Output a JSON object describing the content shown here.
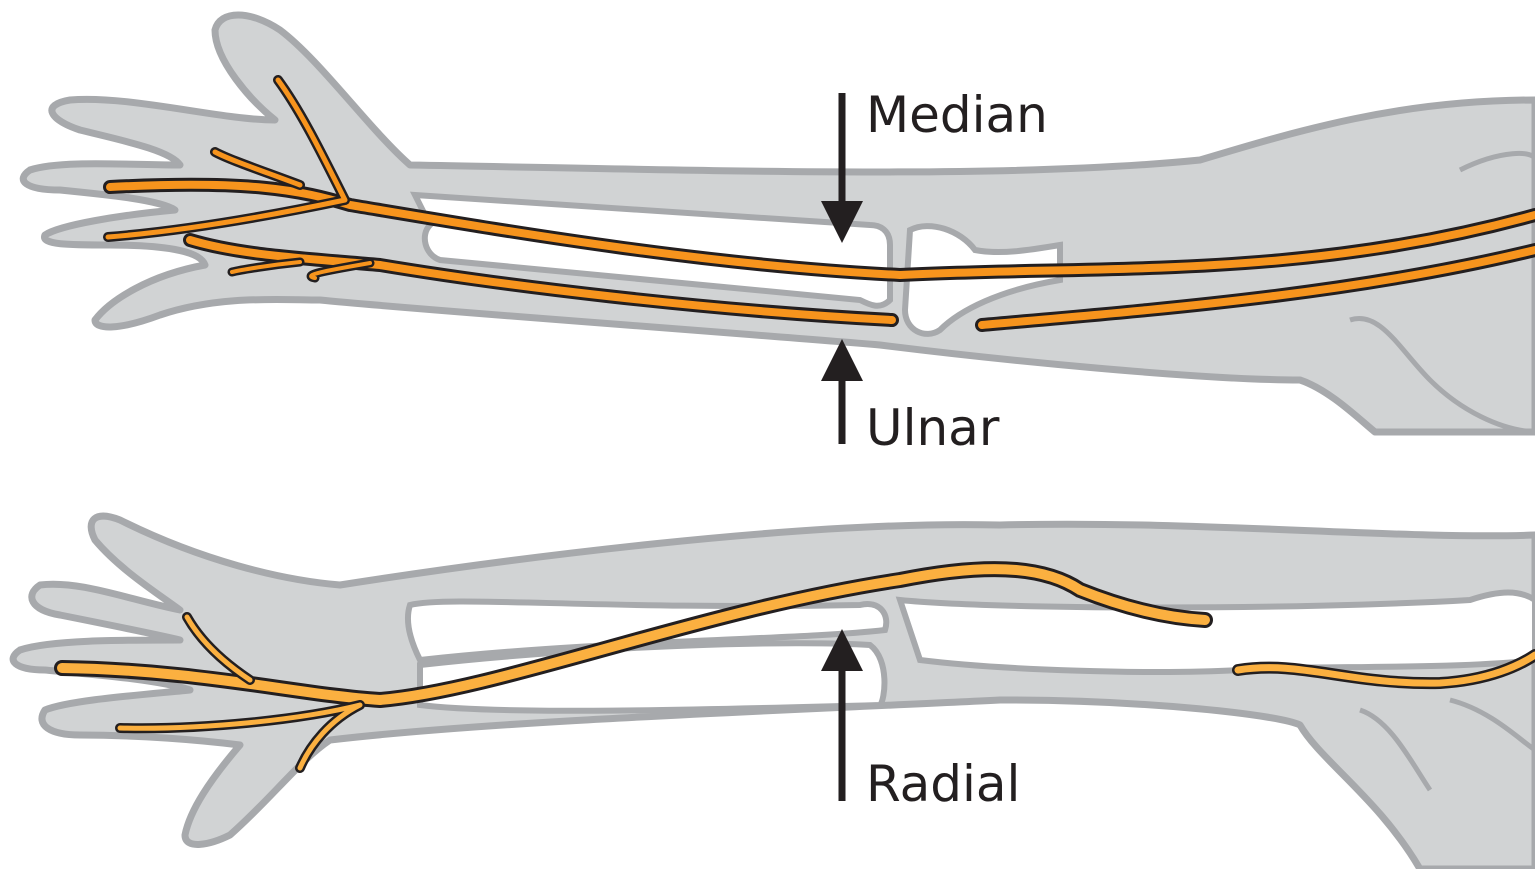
{
  "labels": {
    "median": "Median",
    "ulnar": "Ulnar",
    "radial": "Radial"
  },
  "colors": {
    "skin": "#d1d3d4",
    "outline": "#a7a9ac",
    "nerve_upper": "#f7941d",
    "nerve_lower": "#fbb040",
    "text": "#231f20"
  }
}
